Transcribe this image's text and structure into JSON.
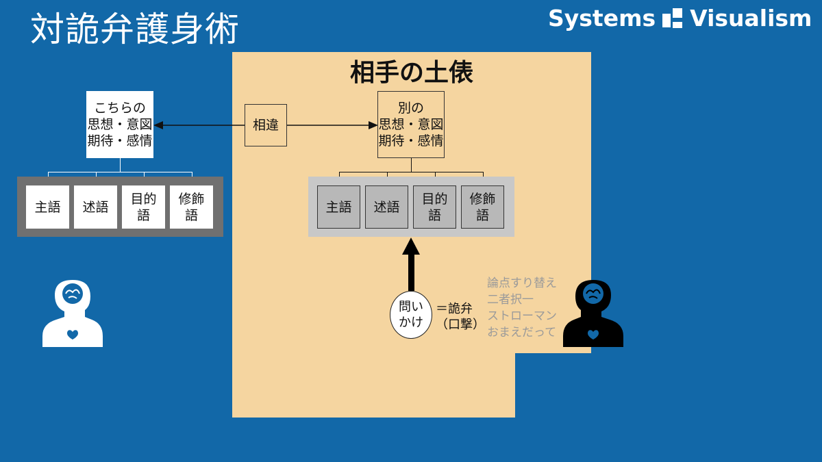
{
  "title": "対詭弁護身術",
  "brand": {
    "left": "Systems",
    "right": "Visualism"
  },
  "panel": {
    "title": "相手の土俵"
  },
  "self_box": {
    "text": "こちらの\n思想・意図\n期待・感情"
  },
  "other_box": {
    "text": "別の\n思想・意図\n期待・感情"
  },
  "diff_box": {
    "text": "相違"
  },
  "self_parts": [
    "主語",
    "述語",
    "目的\n語",
    "修飾\n語"
  ],
  "other_parts": [
    "主語",
    "述語",
    "目的\n語",
    "修飾\n語"
  ],
  "question": {
    "text": "問い\nかけ"
  },
  "phrase": {
    "text": "＝詭弁\n（口撃）"
  },
  "tactics": [
    "論点すり替え",
    "二者択一",
    "ストローマン",
    "おまえだって"
  ],
  "colors": {
    "background": "#1268a8",
    "panel": "#f5d5a0",
    "tactic_text": "#9a9a9a"
  },
  "icons": {
    "self": "head-brain-heart-icon",
    "opponent": "head-brain-heart-icon"
  }
}
